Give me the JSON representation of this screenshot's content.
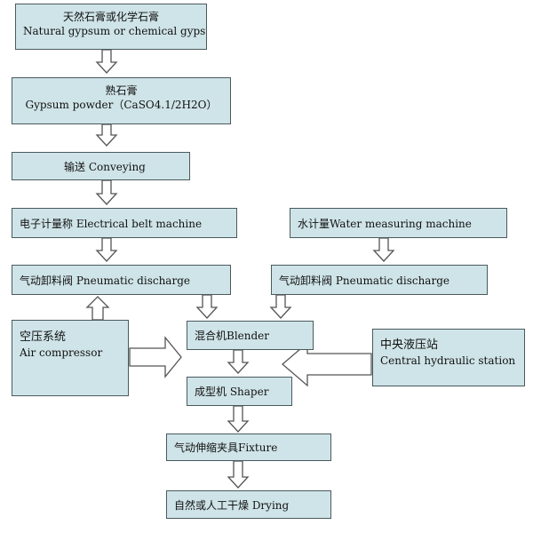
{
  "nodes": {
    "raw_gypsum": {
      "zh": "天然石膏或化学石膏",
      "en": "Natural gypsum or chemical gypsum"
    },
    "gypsum_powder": {
      "zh": "熟石膏",
      "en": "Gypsum powder（CaSO4.1/2H2O）"
    },
    "conveying": {
      "label": "输送  Conveying"
    },
    "belt_machine": {
      "label": "电子计量称  Electrical belt machine"
    },
    "water_measuring": {
      "label": "水计量Water measuring machine"
    },
    "pneumatic_discharge_left": {
      "label": "气动卸料阀  Pneumatic discharge"
    },
    "pneumatic_discharge_right": {
      "label": "气动卸料阀  Pneumatic discharge"
    },
    "air_compressor": {
      "zh": "空压系统",
      "en": "Air compressor"
    },
    "blender": {
      "label": "混合机Blender"
    },
    "hydraulic_station": {
      "zh": "中央液压站",
      "en": "Central hydraulic station"
    },
    "shaper": {
      "label": "成型机  Shaper"
    },
    "fixture": {
      "label": "气动伸缩夹具Fixture"
    },
    "drying": {
      "label": "自然或人工干燥  Drying"
    }
  },
  "colors": {
    "box_fill": "#cfe4e8",
    "box_border": "#4a5a5c",
    "arrow_stroke": "#555555"
  }
}
